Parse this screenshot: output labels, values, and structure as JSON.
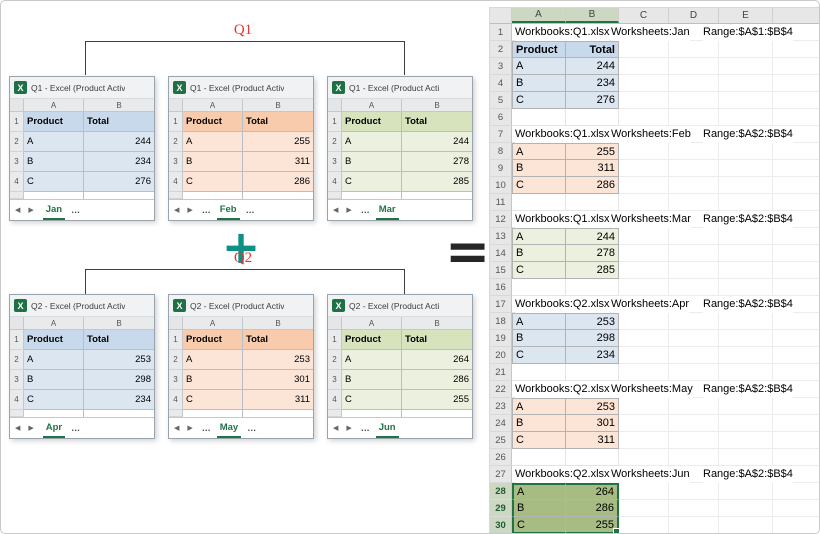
{
  "annotations": {
    "q1": "Q1",
    "q2": "Q2",
    "plus": "+",
    "equals": "=",
    "label_color": "#e8372d",
    "plus_color": "#0d9185",
    "equals_color": "#262626",
    "excel_green": "#217346"
  },
  "ui": {
    "excel_icon": "X",
    "nav": "◀ ▶"
  },
  "q1_windows": [
    {
      "title": "Q1 - Excel (Product Activ",
      "col_headers": [
        "A",
        "B"
      ],
      "row_nums": [
        "1",
        "2",
        "3",
        "4"
      ],
      "rows": [
        [
          "Product",
          "Total"
        ],
        [
          "A",
          "244"
        ],
        [
          "B",
          "234"
        ],
        [
          "C",
          "276"
        ]
      ],
      "tab": "Jan",
      "pre": "",
      "post": "…",
      "fill_header": "#c9d9ec",
      "fill_data": "#dce6f1"
    },
    {
      "title": "Q1 - Excel (Product Activ",
      "col_headers": [
        "A",
        "B"
      ],
      "row_nums": [
        "1",
        "2",
        "3",
        "4"
      ],
      "rows": [
        [
          "Product",
          "Total"
        ],
        [
          "A",
          "255"
        ],
        [
          "B",
          "311"
        ],
        [
          "C",
          "286"
        ]
      ],
      "tab": "Feb",
      "pre": "…",
      "post": "…",
      "fill_header": "#f8cbad",
      "fill_data": "#fce4d6"
    },
    {
      "title": "Q1 - Excel (Product Acti",
      "col_headers": [
        "A",
        "B"
      ],
      "row_nums": [
        "1",
        "2",
        "3",
        "4"
      ],
      "rows": [
        [
          "Product",
          "Total"
        ],
        [
          "A",
          "244"
        ],
        [
          "B",
          "278"
        ],
        [
          "C",
          "285"
        ]
      ],
      "tab": "Mar",
      "pre": "…",
      "post": "",
      "fill_header": "#d6e3bc",
      "fill_data": "#ebf1de"
    }
  ],
  "q2_windows": [
    {
      "title": "Q2 - Excel (Product Activ",
      "col_headers": [
        "A",
        "B"
      ],
      "row_nums": [
        "1",
        "2",
        "3",
        "4"
      ],
      "rows": [
        [
          "Product",
          "Total"
        ],
        [
          "A",
          "253"
        ],
        [
          "B",
          "298"
        ],
        [
          "C",
          "234"
        ]
      ],
      "tab": "Apr",
      "pre": "",
      "post": "…",
      "fill_header": "#c9d9ec",
      "fill_data": "#dce6f1"
    },
    {
      "title": "Q2 - Excel (Product Activ",
      "col_headers": [
        "A",
        "B"
      ],
      "row_nums": [
        "1",
        "2",
        "3",
        "4"
      ],
      "rows": [
        [
          "Product",
          "Total"
        ],
        [
          "A",
          "253"
        ],
        [
          "B",
          "301"
        ],
        [
          "C",
          "311"
        ]
      ],
      "tab": "May",
      "pre": "…",
      "post": "…",
      "fill_header": "#f8cbad",
      "fill_data": "#fce4d6"
    },
    {
      "title": "Q2 - Excel (Product Acti",
      "col_headers": [
        "A",
        "B"
      ],
      "row_nums": [
        "1",
        "2",
        "3",
        "4"
      ],
      "rows": [
        [
          "Product",
          "Total"
        ],
        [
          "A",
          "264"
        ],
        [
          "B",
          "286"
        ],
        [
          "C",
          "255"
        ]
      ],
      "tab": "Jun",
      "pre": "…",
      "post": "",
      "fill_header": "#d6e3bc",
      "fill_data": "#ebf1de"
    }
  ],
  "sheet": {
    "col_headers": [
      {
        "label": "",
        "sel": ""
      },
      {
        "label": "A",
        "sel": "1"
      },
      {
        "label": "B",
        "sel": "1"
      },
      {
        "label": "C",
        "sel": ""
      },
      {
        "label": "D",
        "sel": ""
      },
      {
        "label": "E",
        "sel": ""
      },
      {
        "label": "",
        "sel": ""
      }
    ],
    "rows": [
      {
        "n": "1",
        "wb": "Workbooks:Q1.xlsx",
        "ws": "Worksheets:Jan",
        "rg": "Range:$A$1:$B$4"
      },
      {
        "n": "2",
        "a": "Product",
        "b": "Total",
        "fill": "#c9d9ec",
        "blk": "1",
        "top": "1",
        "bold": "1"
      },
      {
        "n": "3",
        "a": "A",
        "b": "244",
        "fill": "#dce6f1",
        "blk": "1"
      },
      {
        "n": "4",
        "a": "B",
        "b": "234",
        "fill": "#dce6f1",
        "blk": "1"
      },
      {
        "n": "5",
        "a": "C",
        "b": "276",
        "fill": "#dce6f1",
        "blk": "1"
      },
      {
        "n": "6"
      },
      {
        "n": "7",
        "wb": "Workbooks:Q1.xlsx",
        "ws": "Worksheets:Feb",
        "rg": "Range:$A$2:$B$4"
      },
      {
        "n": "8",
        "a": "A",
        "b": "255",
        "fill": "#fce4d6",
        "blk": "1",
        "top": "1"
      },
      {
        "n": "9",
        "a": "B",
        "b": "311",
        "fill": "#fce4d6",
        "blk": "1"
      },
      {
        "n": "10",
        "a": "C",
        "b": "286",
        "fill": "#fce4d6",
        "blk": "1"
      },
      {
        "n": "11"
      },
      {
        "n": "12",
        "wb": "Workbooks:Q1.xlsx",
        "ws": "Worksheets:Mar",
        "rg": "Range:$A$2:$B$4"
      },
      {
        "n": "13",
        "a": "A",
        "b": "244",
        "fill": "#ebf1de",
        "blk": "1",
        "top": "1"
      },
      {
        "n": "14",
        "a": "B",
        "b": "278",
        "fill": "#ebf1de",
        "blk": "1"
      },
      {
        "n": "15",
        "a": "C",
        "b": "285",
        "fill": "#ebf1de",
        "blk": "1"
      },
      {
        "n": "16"
      },
      {
        "n": "17",
        "wb": "Workbooks:Q2.xlsx",
        "ws": "Worksheets:Apr",
        "rg": "Range:$A$2:$B$4"
      },
      {
        "n": "18",
        "a": "A",
        "b": "253",
        "fill": "#dce6f1",
        "blk": "1",
        "top": "1"
      },
      {
        "n": "19",
        "a": "B",
        "b": "298",
        "fill": "#dce6f1",
        "blk": "1"
      },
      {
        "n": "20",
        "a": "C",
        "b": "234",
        "fill": "#dce6f1",
        "blk": "1"
      },
      {
        "n": "21"
      },
      {
        "n": "22",
        "wb": "Workbooks:Q2.xlsx",
        "ws": "Worksheets:May",
        "rg": "Range:$A$2:$B$4"
      },
      {
        "n": "23",
        "a": "A",
        "b": "253",
        "fill": "#fce4d6",
        "blk": "1",
        "top": "1"
      },
      {
        "n": "24",
        "a": "B",
        "b": "301",
        "fill": "#fce4d6",
        "blk": "1"
      },
      {
        "n": "25",
        "a": "C",
        "b": "311",
        "fill": "#fce4d6",
        "blk": "1"
      },
      {
        "n": "26"
      },
      {
        "n": "27",
        "wb": "Workbooks:Q2.xlsx",
        "ws": "Worksheets:Jun",
        "rg": "Range:$A$2:$B$4"
      },
      {
        "n": "28",
        "a": "A",
        "b": "264",
        "fill": "#a6bc82",
        "blk": "1",
        "top": "1",
        "sel": "f"
      },
      {
        "n": "29",
        "a": "B",
        "b": "286",
        "fill": "#a6bc82",
        "blk": "1",
        "sel": "m"
      },
      {
        "n": "30",
        "a": "C",
        "b": "255",
        "fill": "#a6bc82",
        "blk": "1",
        "sel": "l"
      }
    ]
  }
}
